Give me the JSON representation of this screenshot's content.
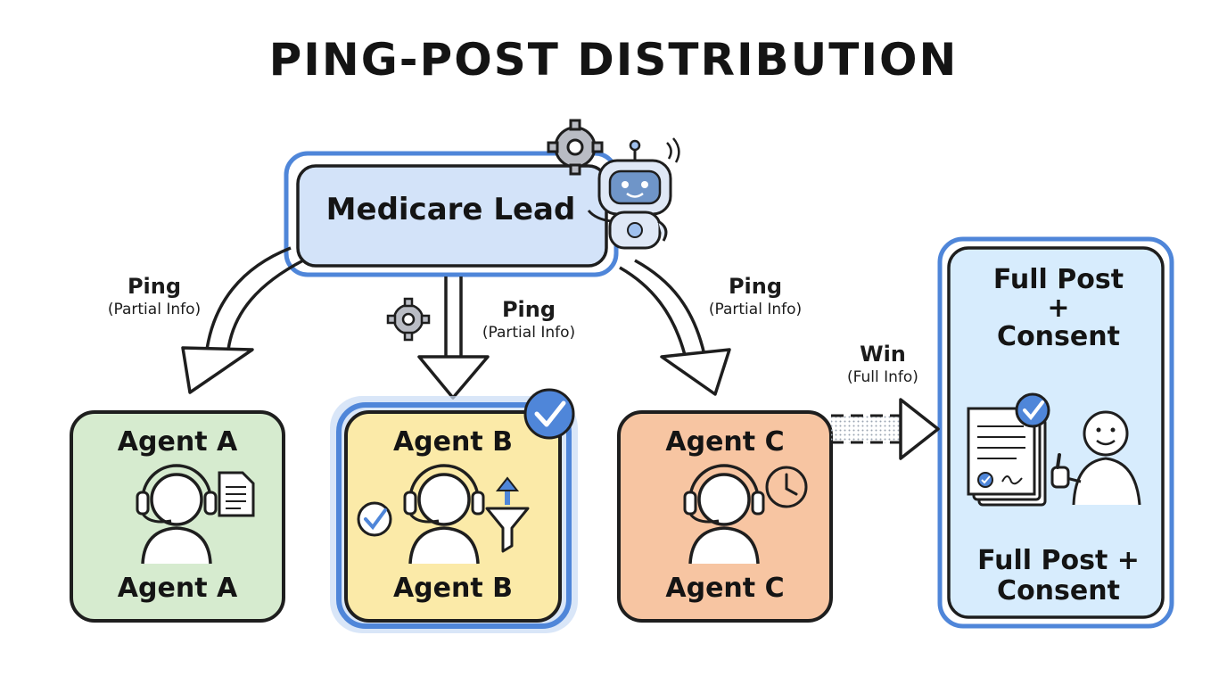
{
  "title": "PING-POST DISTRIBUTION",
  "lead": {
    "label": "Medicare Lead"
  },
  "pings": [
    {
      "label": "Ping",
      "sub": "(Partial Info)"
    },
    {
      "label": "Ping",
      "sub": "(Partial Info)"
    },
    {
      "label": "Ping",
      "sub": "(Partial Info)"
    }
  ],
  "win": {
    "label": "Win",
    "sub": "(Full Info)"
  },
  "agents": [
    {
      "top_label": "Agent A",
      "bottom_label": "Agent A",
      "color": "#d6ebcf",
      "icon": "document-icon"
    },
    {
      "top_label": "Agent B",
      "bottom_label": "Agent B",
      "color": "#fbeaa8",
      "icon": "funnel-icon",
      "selected": true
    },
    {
      "top_label": "Agent C",
      "bottom_label": "Agent C",
      "color": "#f7c5a2",
      "icon": "clock-icon"
    }
  ],
  "post": {
    "top_label": "Full Post\n+\nConsent",
    "bottom_label": "Full Post +\nConsent",
    "color": "#d7ecfd"
  },
  "colors": {
    "accent": "#4f86d9",
    "outline": "#1e1e1e",
    "lead_fill": "#d3e3f9"
  }
}
